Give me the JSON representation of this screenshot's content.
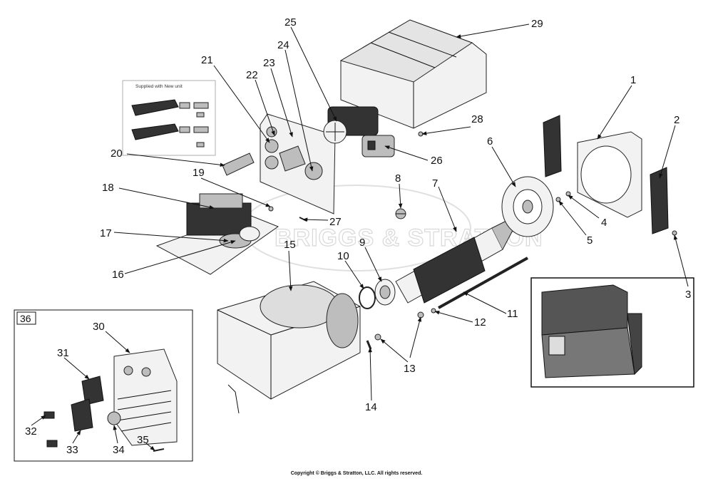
{
  "title": "",
  "watermark": "BRIGGS & STRATTON",
  "supplied_note": "Supplied with New unit",
  "callouts": [
    "1",
    "2",
    "3",
    "4",
    "5",
    "6",
    "7",
    "8",
    "9",
    "10",
    "11",
    "12",
    "13",
    "14",
    "15",
    "16",
    "17",
    "18",
    "19",
    "20",
    "21",
    "22",
    "23",
    "24",
    "25",
    "26",
    "27",
    "28",
    "29",
    "30",
    "31",
    "32",
    "33",
    "34",
    "35"
  ],
  "inset_label": "36",
  "copyright": "Copyright © Briggs & Stratton, LLC. All rights reserved."
}
